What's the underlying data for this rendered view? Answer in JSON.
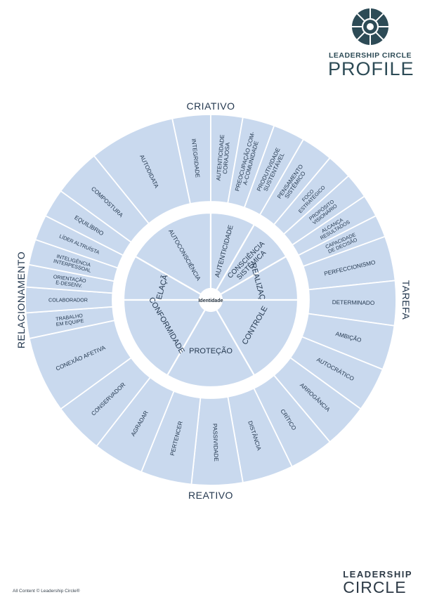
{
  "brand": {
    "top_line": "LEADERSHIP CIRCLE",
    "top_product": "PROFILE",
    "bottom_line1": "LEADERSHIP",
    "bottom_line2": "CIRCLE",
    "copyright": "All Content © Leadership Circle®"
  },
  "axes": {
    "top": "CRIATIVO",
    "bottom": "REATIVO",
    "left": "RELACIONAMENTO",
    "right": "TAREFA"
  },
  "center_label": "Identidade",
  "inner_dimensions": [
    {
      "lines": [
        "RELAÇÃO"
      ]
    },
    {
      "lines": [
        "AUTOCONSCIÊNCIA"
      ]
    },
    {
      "lines": [
        "AUTENTICIDADE"
      ]
    },
    {
      "lines": [
        "CONSCIÊNCIA",
        "SISTÊMICA"
      ]
    },
    {
      "lines": [
        "REALIZAÇÃO"
      ]
    },
    {
      "lines": [
        "CONTROLE"
      ]
    },
    {
      "lines": [
        "PROTEÇÃO"
      ]
    },
    {
      "lines": [
        "CONFORMIDADE"
      ]
    }
  ],
  "outer_competencies": [
    {
      "lines": [
        "INTEGRIDADE"
      ]
    },
    {
      "lines": [
        "AUTENTICIDADE",
        "CORAJOSA"
      ]
    },
    {
      "lines": [
        "PREOCUPAÇÃO COM-",
        "A-COMUNIDADE"
      ]
    },
    {
      "lines": [
        "PRODUTIVIDADE",
        "SUSTENTÁVEL"
      ]
    },
    {
      "lines": [
        "PENSAMENTO",
        "SISTÊMICO"
      ]
    },
    {
      "lines": [
        "FOCO",
        "ESTRATÉGICO"
      ]
    },
    {
      "lines": [
        "PROPÓSITO",
        "VISIONÁRIO"
      ]
    },
    {
      "lines": [
        "ALCANÇA",
        "RESULTADOS"
      ]
    },
    {
      "lines": [
        "CAPACIDADE",
        "DE DECISÃO"
      ]
    },
    {
      "lines": [
        "PERFECCIONISMO"
      ]
    },
    {
      "lines": [
        "DETERMINADO"
      ]
    },
    {
      "lines": [
        "AMBIÇÃO"
      ]
    },
    {
      "lines": [
        "AUTOCRÁTICO"
      ]
    },
    {
      "lines": [
        "ARROGÂNCIA"
      ]
    },
    {
      "lines": [
        "CRÍTICO"
      ]
    },
    {
      "lines": [
        "DISTÂNCIA"
      ]
    },
    {
      "lines": [
        "PASSIVIDADE"
      ]
    },
    {
      "lines": [
        "PERTENCER"
      ]
    },
    {
      "lines": [
        "AGRADAR"
      ]
    },
    {
      "lines": [
        "CONSERVADOR"
      ]
    },
    {
      "lines": [
        "CONEXÃO AFETIVA"
      ]
    },
    {
      "lines": [
        "TRABALHO",
        "EM EQUIPE"
      ]
    },
    {
      "lines": [
        "COLABORADOR"
      ]
    },
    {
      "lines": [
        "ORIENTAÇÃO",
        "E-DESENV."
      ]
    },
    {
      "lines": [
        "INTELIGÊNCIA",
        "INTERPESSOAL"
      ]
    },
    {
      "lines": [
        "LÍDER ALTRUÍSTA"
      ]
    },
    {
      "lines": [
        "EQUILÍBRIO"
      ]
    },
    {
      "lines": [
        "COMPOSTURA"
      ]
    },
    {
      "lines": [
        "AUTODIDATA"
      ]
    }
  ],
  "colors": {
    "segment_fill": "#c9d9ee",
    "text": "#24384f",
    "separator": "#ffffff",
    "logo": "#2d4b56"
  }
}
